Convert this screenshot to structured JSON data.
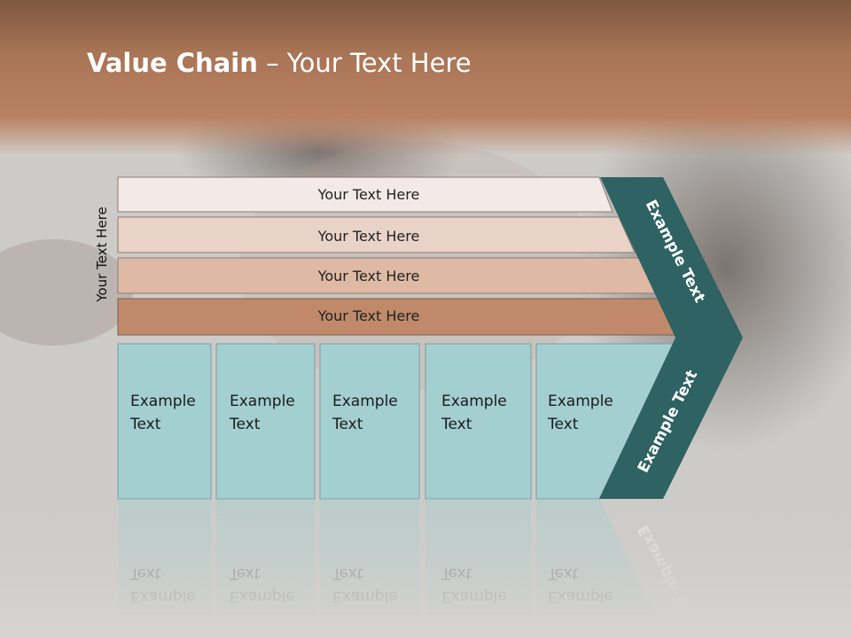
{
  "slide": {
    "title_bold": "Value Chain",
    "title_rest": " – Your Text Here",
    "vertical_label": "Your Text Here"
  },
  "bars": [
    {
      "label": "Your Text Here",
      "color": "#f3e9e6"
    },
    {
      "label": "Your Text Here",
      "color": "#e9d3c8"
    },
    {
      "label": "Your Text Here",
      "color": "#deb9a4"
    },
    {
      "label": "Your Text Here",
      "color": "#c08a6a"
    }
  ],
  "cells": [
    {
      "line1": "Example",
      "line2": "Text"
    },
    {
      "line1": "Example",
      "line2": "Text"
    },
    {
      "line1": "Example",
      "line2": "Text"
    },
    {
      "line1": "Example",
      "line2": "Text"
    },
    {
      "line1": "Example",
      "line2": "Text"
    }
  ],
  "arrow": {
    "upper_label": "Example Text",
    "lower_label": "Example Text",
    "color": "#2f6262"
  },
  "colors": {
    "header": "#b07b5c",
    "cell_fill": "#a3cfd0"
  }
}
